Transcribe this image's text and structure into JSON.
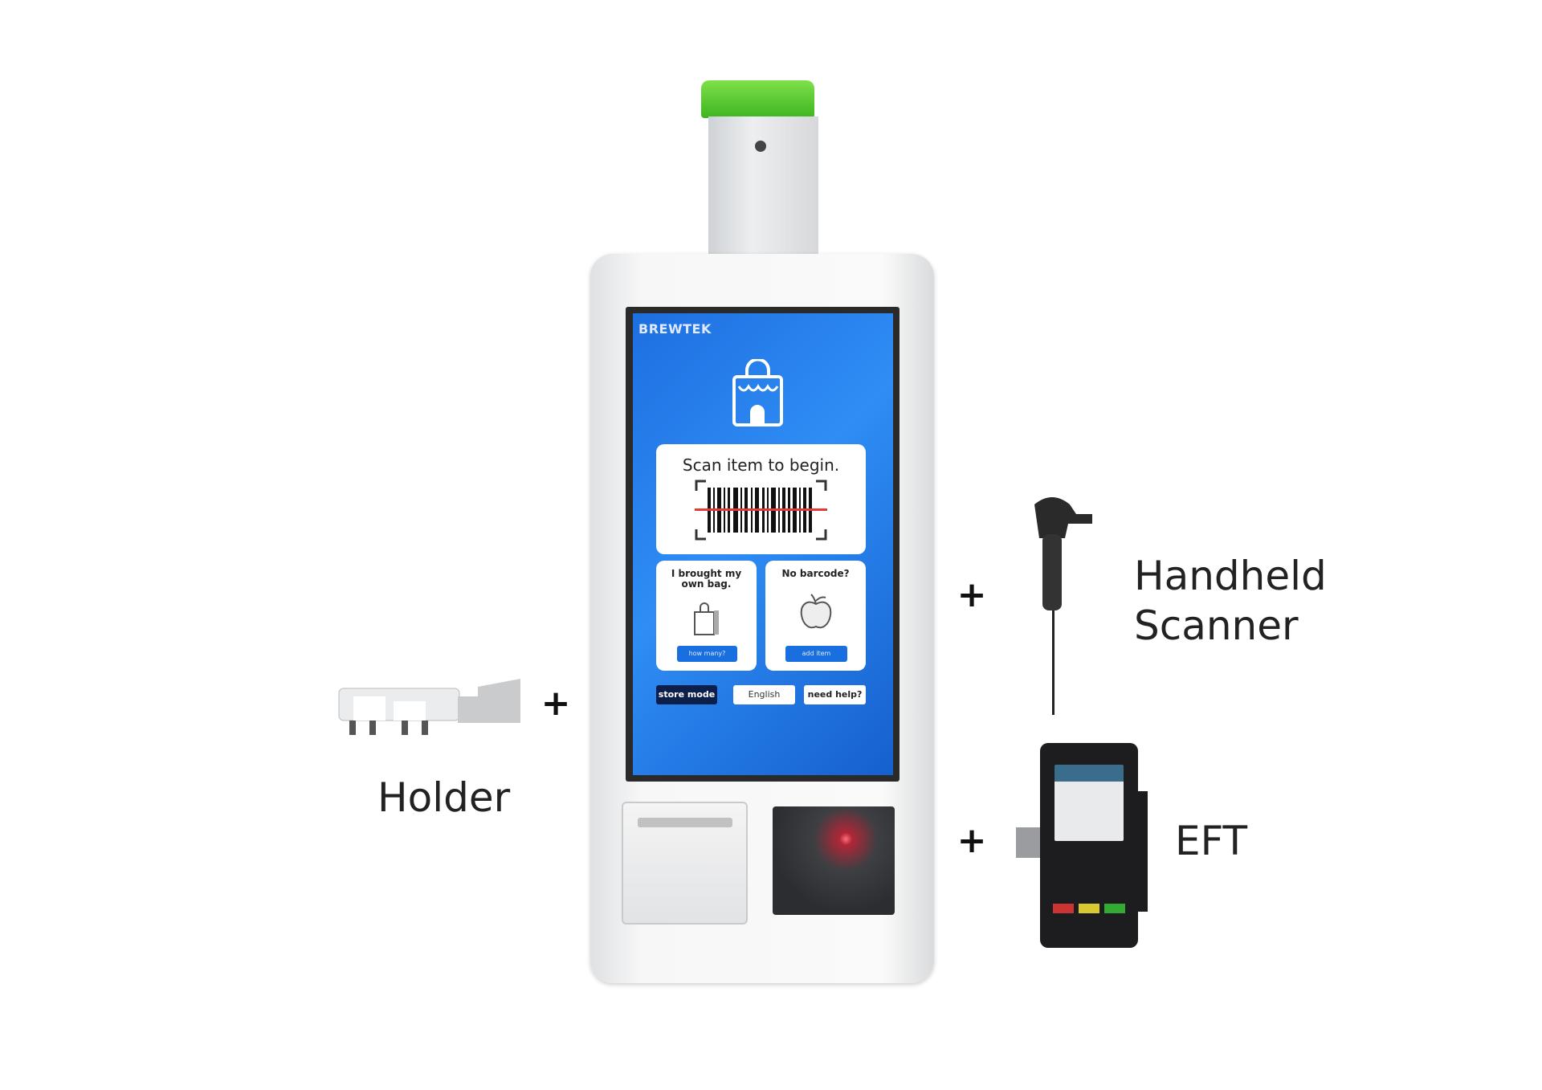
{
  "kiosk": {
    "screen": {
      "brand": "BREWTEK",
      "scan_prompt": "Scan item to begin.",
      "own_bag": {
        "title": "I brought my own bag.",
        "button": "how many?"
      },
      "no_barcode": {
        "title": "No barcode?",
        "button": "add item"
      },
      "footer": {
        "store_mode": "store mode",
        "language": "English",
        "help": "need help?"
      }
    }
  },
  "accessories": {
    "plus": "+",
    "holder": "Holder",
    "handheld_scanner": [
      "Handheld",
      "Scanner"
    ],
    "eft": "EFT"
  },
  "colors": {
    "screen_blue": "#1e6fe0",
    "cap_green": "#3db51f",
    "scan_line": "#e53935"
  }
}
